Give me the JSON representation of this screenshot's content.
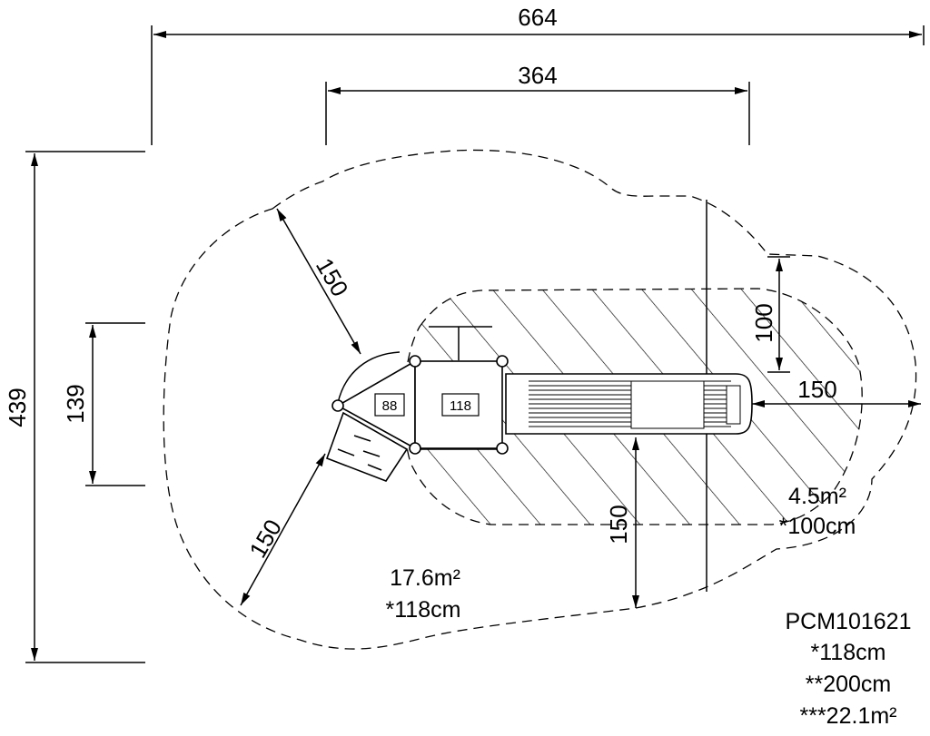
{
  "dimensions": {
    "overall_width": "664",
    "structure_width": "364",
    "overall_depth": "439",
    "structure_depth": "139",
    "clearance_upper_left": "150",
    "clearance_lower_left": "150",
    "clearance_right": "150",
    "clearance_bottom": "150",
    "slide_offset": "100"
  },
  "platforms": {
    "small_platform_height": "88",
    "large_platform_height": "118"
  },
  "zones": {
    "outer_area": "17.6m²",
    "outer_fall_height": "*118cm",
    "slide_area": "4.5m²",
    "slide_fall_height": "*100cm"
  },
  "product_info": {
    "code": "PCM101621",
    "max_fall_height": "*118cm",
    "free_height": "**200cm",
    "total_area": "***22.1m²"
  }
}
